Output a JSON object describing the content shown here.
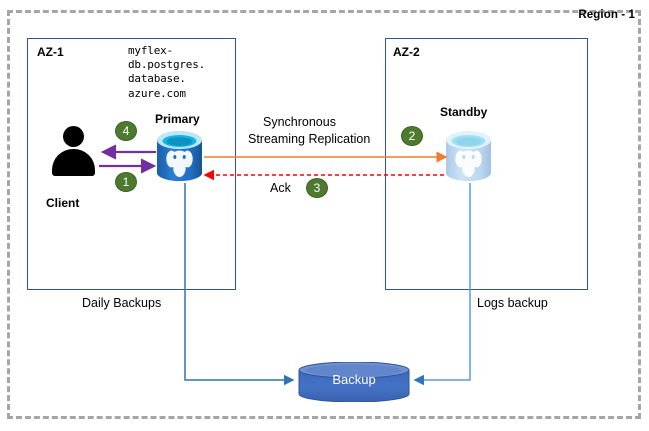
{
  "diagram": {
    "region": {
      "label": "Region - 1"
    },
    "zones": [
      {
        "id": "az1",
        "label": "AZ-1"
      },
      {
        "id": "az2",
        "label": "AZ-2"
      }
    ],
    "hostname": "myflex-\ndb.postgres.\ndatabase.\nazure.com",
    "nodes": {
      "client": {
        "label": "Client"
      },
      "primary": {
        "label": "Primary",
        "icon": "postgresql-database-icon"
      },
      "standby": {
        "label": "Standby",
        "icon": "postgresql-database-icon"
      },
      "backup": {
        "label": "Backup",
        "icon": "cylinder-storage-icon"
      }
    },
    "flows": {
      "replication_line1": "Synchronous",
      "replication_line2": "Streaming Replication",
      "ack": "Ack",
      "daily_backups": "Daily Backups",
      "logs_backup": "Logs backup"
    },
    "steps": [
      {
        "number": "1",
        "meaning": "client-write-to-primary"
      },
      {
        "number": "2",
        "meaning": "primary-streams-to-standby"
      },
      {
        "number": "3",
        "meaning": "standby-acknowledges"
      },
      {
        "number": "4",
        "meaning": "primary-responds-to-client"
      }
    ],
    "colors": {
      "region_border": "#a6a6a6",
      "az_border": "#2e5496",
      "badge_green": "#4e7a2f",
      "client_arrow_purple": "#7030a0",
      "replication_orange": "#ed7d31",
      "ack_red": "#ff0000",
      "backup_blue": "#4472c4",
      "connector_blue": "#2e75b6",
      "primary_db_blue": "#1f6fc4",
      "standby_db_blue": "#bdd7ee"
    }
  }
}
